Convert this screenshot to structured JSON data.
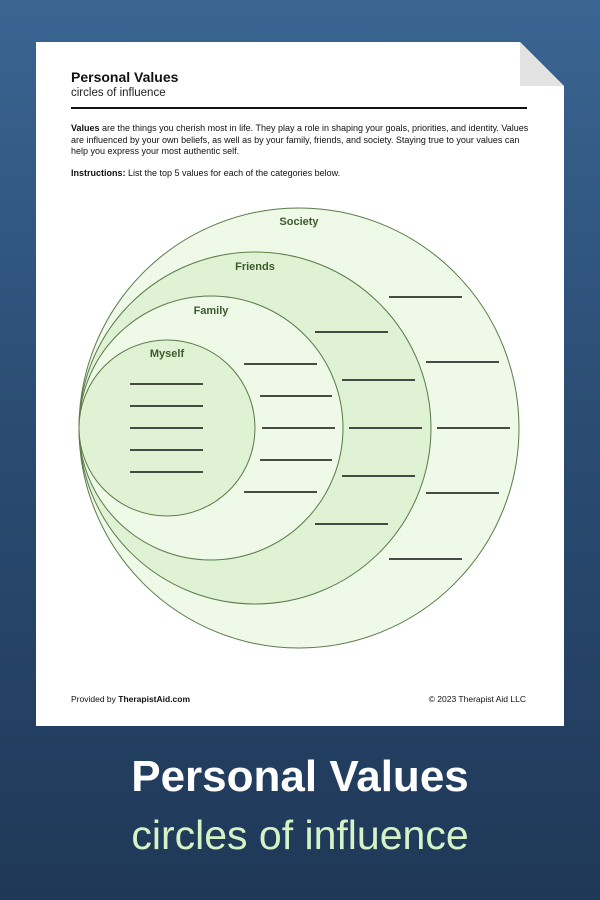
{
  "worksheet": {
    "title": "Personal Values",
    "subtitle": "circles of influence",
    "intro_bold": "Values",
    "intro_rest": " are the things you cherish most in life. They play a role in shaping your goals, priorities, and identity. Values are influenced by your own beliefs, as well as by your family, friends, and society. Staying true to your values can help you express your most authentic self.",
    "instructions_bold": "Instructions:",
    "instructions_rest": " List the top 5 values for each of the categories below."
  },
  "circles": {
    "society": "Society",
    "friends": "Friends",
    "family": "Family",
    "myself": "Myself"
  },
  "colors": {
    "background_top": "#3a6592",
    "background_bottom": "#1f3857",
    "circle_light": "#eef9e8",
    "circle_medium": "#dff2d3",
    "circle_stroke": "#5a7a48",
    "accent_text": "#d6f3c8"
  },
  "footer": {
    "provided_prefix": "Provided by ",
    "provided_brand": "TherapistAid.com",
    "copyright": "© 2023 Therapist Aid LLC"
  },
  "banner": {
    "title": "Personal Values",
    "subtitle": "circles of influence"
  }
}
